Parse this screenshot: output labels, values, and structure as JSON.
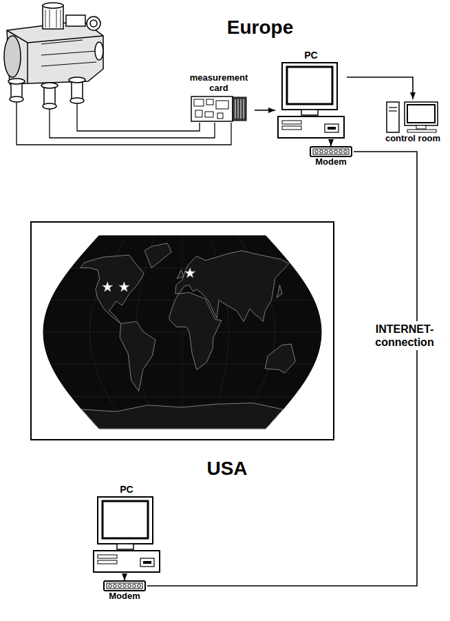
{
  "diagram": {
    "nodes": [
      {
        "text": [
          "measurement card"
        ]
      },
      {
        "text": [
          "PC"
        ]
      },
      {
        "text": [
          "control room"
        ]
      },
      {
        "text": [
          "Modem"
        ]
      },
      {
        "text": [
          "PC"
        ]
      },
      {
        "text": [
          "Modem"
        ]
      }
    ],
    "edges": [
      {
        "from": 0,
        "to": 1,
        "arrow": "to"
      },
      {
        "from": 1,
        "to": 2,
        "arrow": "to"
      },
      {
        "from": 1,
        "to": 3,
        "arrow": "to"
      },
      {
        "from": 3,
        "to": 5,
        "arrow": "none",
        "label": "INTERNET- connection"
      },
      {
        "from": 4,
        "to": 5,
        "arrow": "to"
      }
    ],
    "labels": [
      "Europe",
      "USA"
    ]
  }
}
